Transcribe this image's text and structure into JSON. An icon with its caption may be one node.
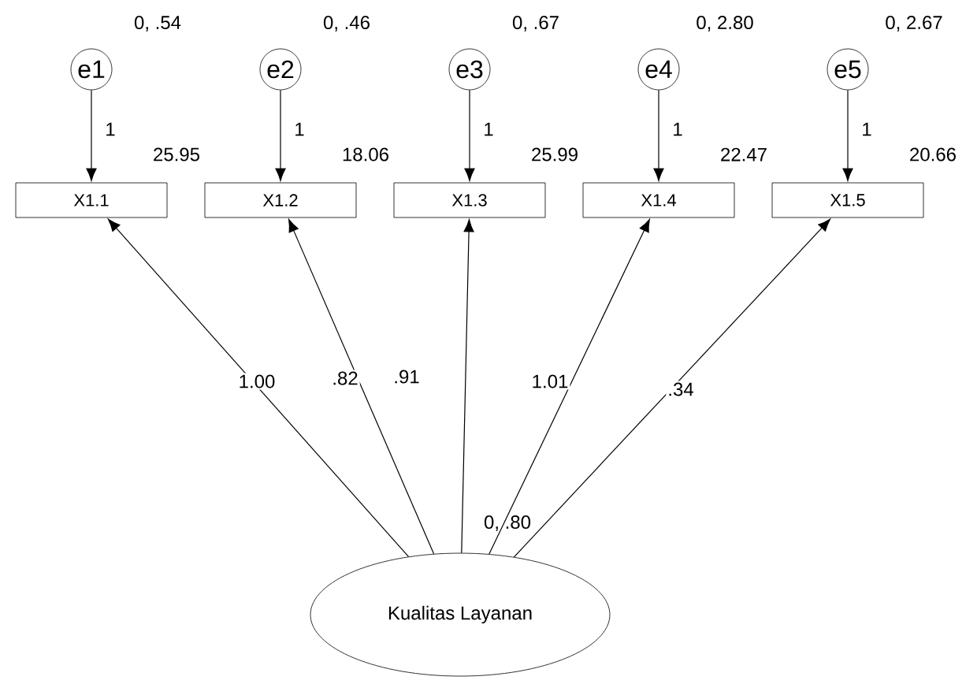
{
  "diagram": {
    "nodes": [
      {
        "text": [
          "e1"
        ],
        "beside": [
          "0, .54"
        ]
      },
      {
        "text": [
          "e2"
        ],
        "beside": [
          "0, .46"
        ]
      },
      {
        "text": [
          "e3"
        ],
        "beside": [
          "0, .67"
        ]
      },
      {
        "text": [
          "e4"
        ],
        "beside": [
          "0, 2.80"
        ]
      },
      {
        "text": [
          "e5"
        ],
        "beside": [
          "0, 2.67"
        ]
      },
      {
        "text": [
          "X1.1"
        ],
        "beside": [
          "25.95"
        ]
      },
      {
        "text": [
          "X1.2"
        ],
        "beside": [
          "18.06"
        ]
      },
      {
        "text": [
          "X1.3"
        ],
        "beside": [
          "25.99"
        ]
      },
      {
        "text": [
          "X1.4"
        ],
        "beside": [
          "22.47"
        ]
      },
      {
        "text": [
          "X1.5"
        ],
        "beside": [
          "20.66"
        ]
      },
      {
        "text": [
          "Kualitas Layanan"
        ],
        "beside": [
          "0, .80"
        ]
      }
    ],
    "edges": [
      {
        "from": 0,
        "to": 5,
        "arrow": "to",
        "label": "1"
      },
      {
        "from": 1,
        "to": 6,
        "arrow": "to",
        "label": "1"
      },
      {
        "from": 2,
        "to": 7,
        "arrow": "to",
        "label": "1"
      },
      {
        "from": 3,
        "to": 8,
        "arrow": "to",
        "label": "1"
      },
      {
        "from": 4,
        "to": 9,
        "arrow": "to",
        "label": "1"
      },
      {
        "from": 10,
        "to": 5,
        "arrow": "to",
        "label": "1.00"
      },
      {
        "from": 10,
        "to": 6,
        "arrow": "to",
        "label": ".82"
      },
      {
        "from": 10,
        "to": 7,
        "arrow": "to",
        "label": ".91"
      },
      {
        "from": 10,
        "to": 8,
        "arrow": "to",
        "label": "1.01"
      },
      {
        "from": 10,
        "to": 9,
        "arrow": "to",
        "label": ".34"
      }
    ]
  }
}
